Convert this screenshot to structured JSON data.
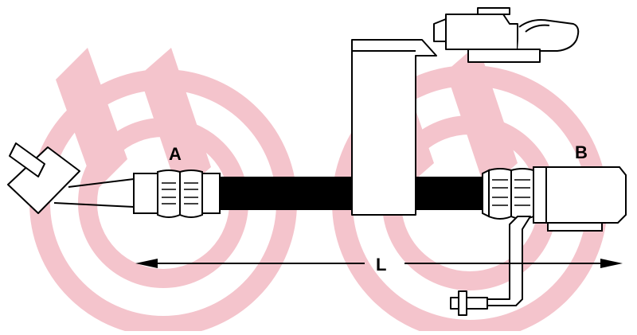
{
  "diagram": {
    "labels": {
      "end_a": "A",
      "end_b": "B",
      "length": "L"
    },
    "colors": {
      "watermark": "#f4c4cc",
      "ink": "#000000",
      "background": "#ffffff"
    },
    "watermark_icon": "brembo-logo-icon"
  }
}
